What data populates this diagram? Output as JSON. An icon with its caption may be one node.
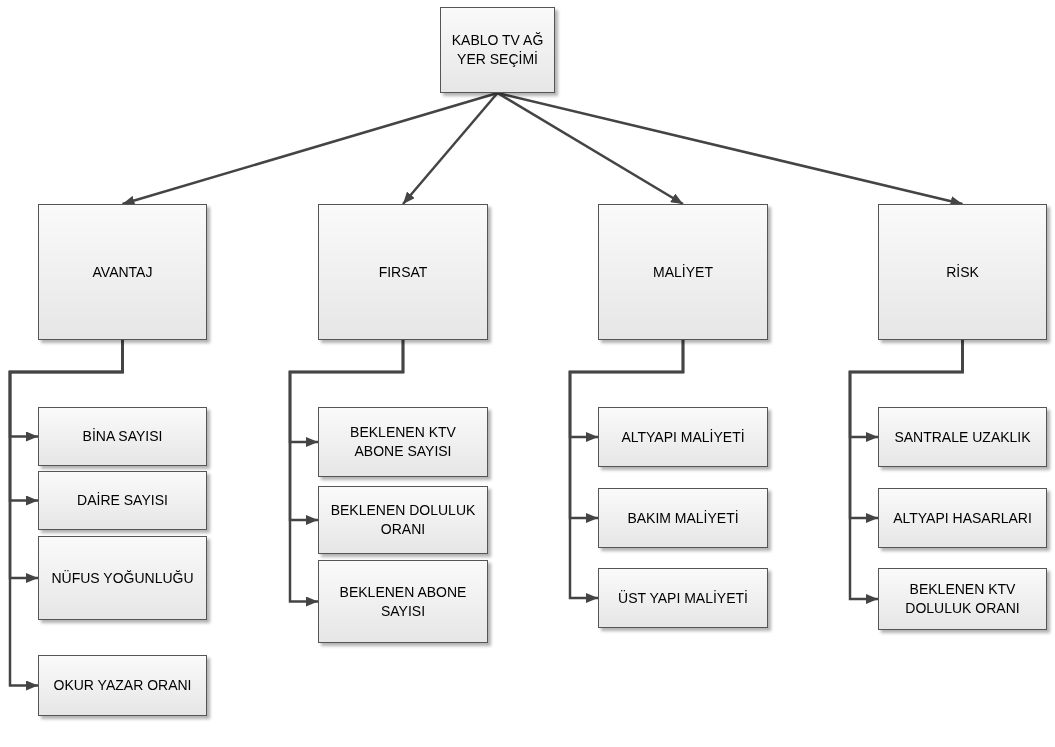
{
  "diagram": {
    "nodes": [
      {
        "text": [
          "KABLO TV AĞ YER SEÇİMİ"
        ]
      },
      {
        "text": [
          "AVANTAJ"
        ]
      },
      {
        "text": [
          "FIRSAT"
        ]
      },
      {
        "text": [
          "MALİYET"
        ]
      },
      {
        "text": [
          "RİSK"
        ]
      },
      {
        "text": [
          "BİNA SAYISI"
        ]
      },
      {
        "text": [
          "DAİRE SAYISI"
        ]
      },
      {
        "text": [
          "NÜFUS YOĞUNLUĞU"
        ]
      },
      {
        "text": [
          "OKUR YAZAR ORANI"
        ]
      },
      {
        "text": [
          "BEKLENEN KTV ABONE SAYISI"
        ]
      },
      {
        "text": [
          "BEKLENEN DOLULUK ORANI"
        ]
      },
      {
        "text": [
          "BEKLENEN ABONE SAYISI"
        ]
      },
      {
        "text": [
          "ALTYAPI MALİYETİ"
        ]
      },
      {
        "text": [
          "BAKIM MALİYETİ"
        ]
      },
      {
        "text": [
          "ÜST YAPI MALİYETİ"
        ]
      },
      {
        "text": [
          "SANTRALE UZAKLIK"
        ]
      },
      {
        "text": [
          "ALTYAPI HASARLARI"
        ]
      },
      {
        "text": [
          "BEKLENEN KTV DOLULUK ORANI"
        ]
      }
    ],
    "edges": [
      {
        "from": 0,
        "to": 1,
        "arrow": "to"
      },
      {
        "from": 0,
        "to": 2,
        "arrow": "to"
      },
      {
        "from": 0,
        "to": 3,
        "arrow": "to"
      },
      {
        "from": 0,
        "to": 4,
        "arrow": "to"
      },
      {
        "from": 1,
        "to": 5,
        "arrow": "to"
      },
      {
        "from": 1,
        "to": 6,
        "arrow": "to"
      },
      {
        "from": 1,
        "to": 7,
        "arrow": "to"
      },
      {
        "from": 1,
        "to": 8,
        "arrow": "to"
      },
      {
        "from": 2,
        "to": 9,
        "arrow": "to"
      },
      {
        "from": 2,
        "to": 10,
        "arrow": "to"
      },
      {
        "from": 2,
        "to": 11,
        "arrow": "to"
      },
      {
        "from": 3,
        "to": 12,
        "arrow": "to"
      },
      {
        "from": 3,
        "to": 13,
        "arrow": "to"
      },
      {
        "from": 3,
        "to": 14,
        "arrow": "to"
      },
      {
        "from": 4,
        "to": 15,
        "arrow": "to"
      },
      {
        "from": 4,
        "to": 16,
        "arrow": "to"
      },
      {
        "from": 4,
        "to": 17,
        "arrow": "to"
      }
    ]
  }
}
